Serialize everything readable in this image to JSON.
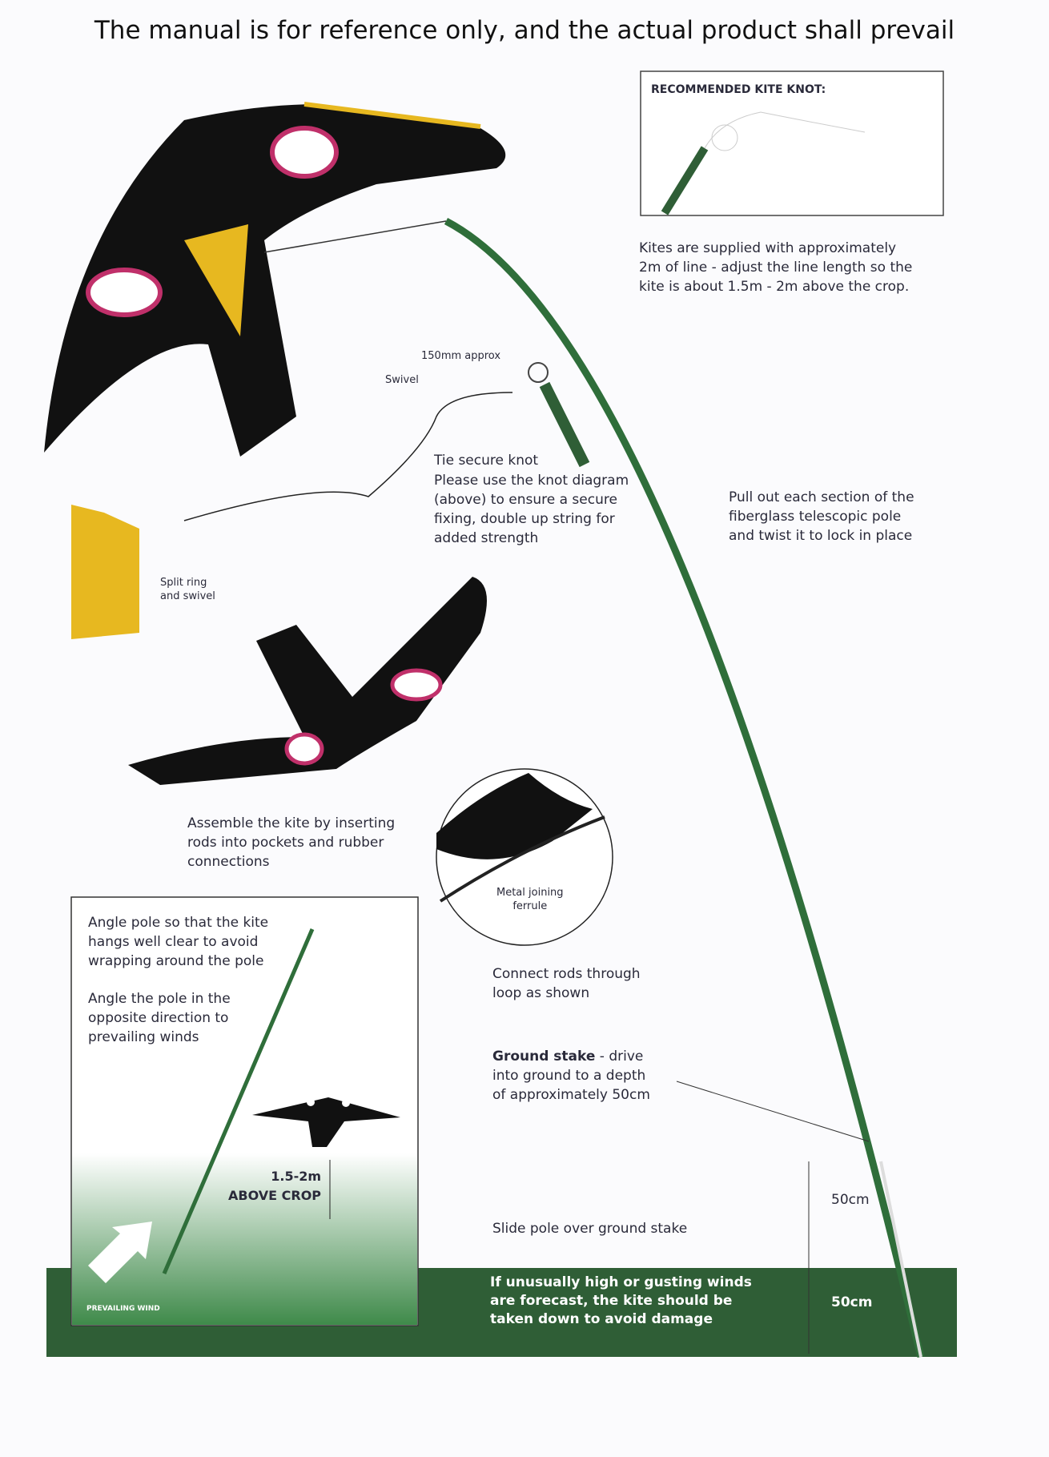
{
  "title": "The manual is for reference only, and the actual product shall prevail",
  "knot_box": {
    "heading": "RECOMMENDED KITE KNOT:"
  },
  "line_note": "Kites are supplied with approximately\n2m of line - adjust the line length so the\nkite is about 1.5m - 2m above the crop.",
  "labels": {
    "approx": "150mm approx",
    "swivel": "Swivel",
    "tie_knot_title": "Tie secure knot",
    "tie_knot_body": "Please use the knot diagram\n(above) to ensure a secure\nfixing, double up string for\nadded strength",
    "pull_out": "Pull out each section of the\n          fiberglass telescopic pole\nand twist it to lock in place",
    "split_ring": "Split ring\nand swivel",
    "assemble": "Assemble the kite by inserting\nrods into pockets and rubber\nconnections",
    "ferrule": "Metal joining\nferrule",
    "connect": "Connect rods through\nloop as shown",
    "ground_stake_bold": "Ground stake",
    "ground_stake_rest": " - drive\ninto ground to a depth\nof approximately 50cm",
    "slide": "Slide pole over ground stake",
    "warning": "If unusually high or gusting winds\nare forecast, the kite should be\ntaken down to avoid damage",
    "above_50": "50cm",
    "below_50": "50cm"
  },
  "angle_box": {
    "text1": "Angle pole so that the kite\nhangs well clear to avoid\nwrapping around the pole",
    "text2": "Angle the pole in the\nopposite direction to\nprevailing winds",
    "height": "1.5-2m\nABOVE CROP",
    "wind": "PREVAILING WIND"
  },
  "colors": {
    "green": "#2f5e36",
    "yellow": "#e7b820",
    "eye": "#c0306a"
  }
}
